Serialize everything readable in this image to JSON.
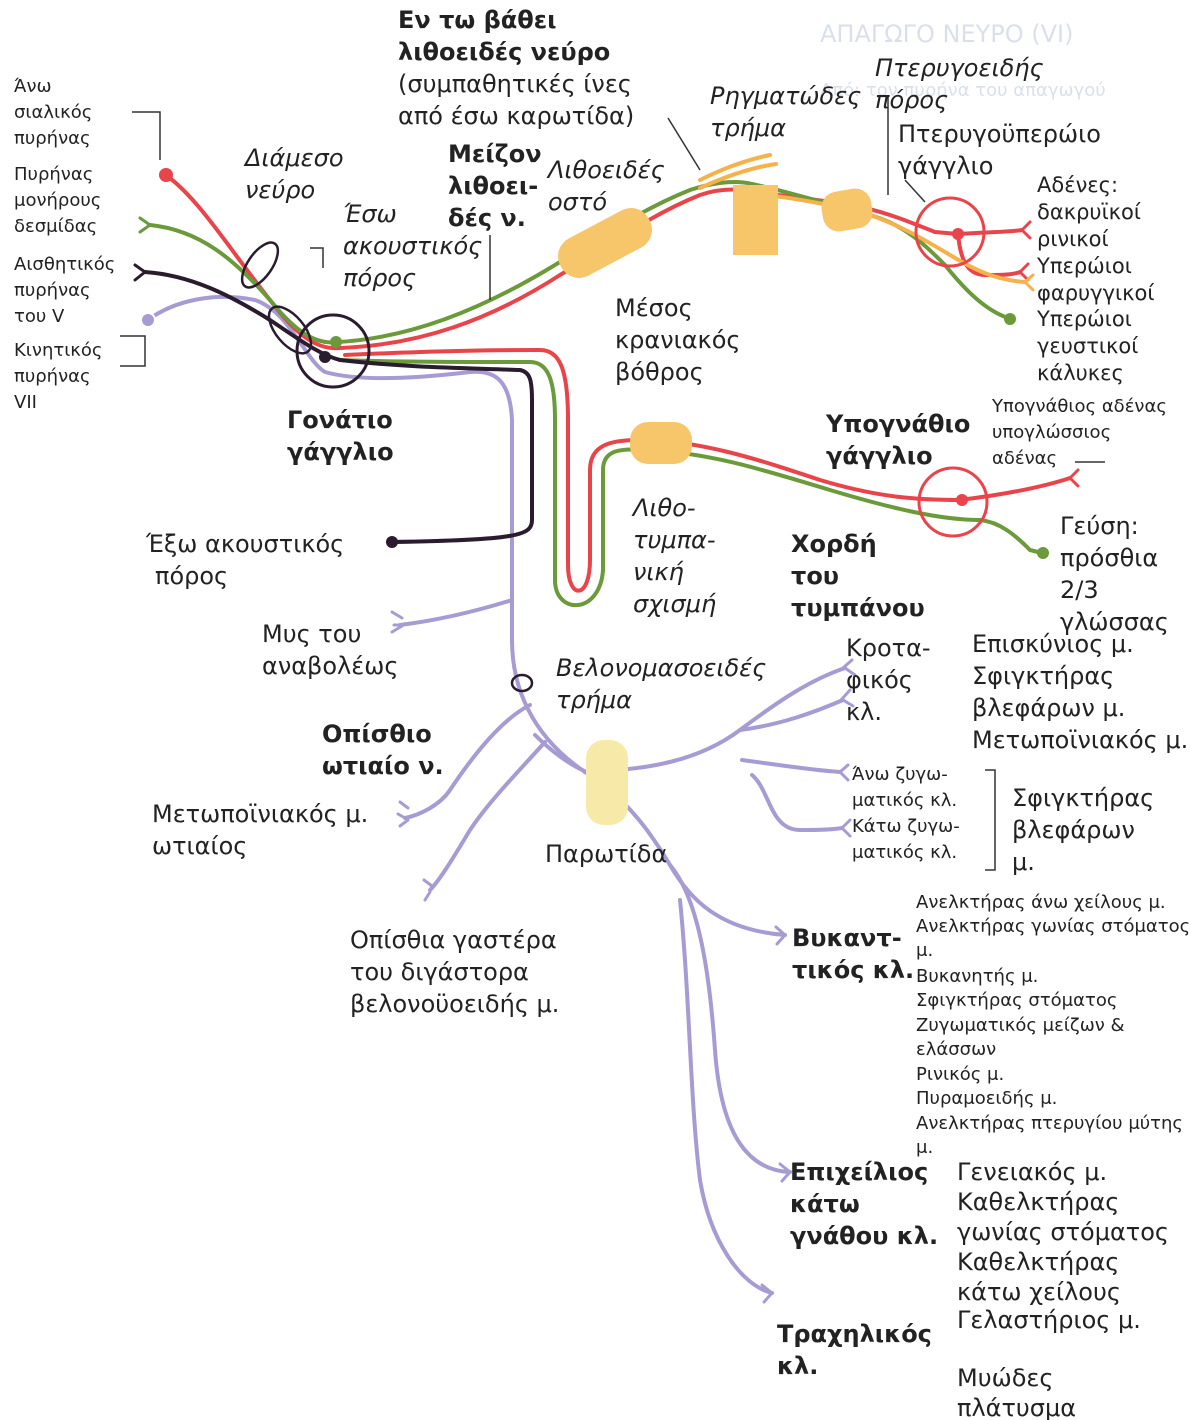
{
  "colors": {
    "motor": "#a79bd3",
    "parasympathetic": "#e8444a",
    "taste": "#6b9a3a",
    "somatic_sensory": "#2a1c2e",
    "sympathetic": "#f5b14a",
    "canal": "#f7c66a",
    "parotid": "#f7e9a8"
  },
  "ghost_text": [
    "ΑΠΑΓΩΓΟ ΝΕΥΡΟ (VI)",
    "Από: τον πυρήνα του απαγωγού"
  ],
  "nuclei": {
    "superior_salivatory": [
      "Άνω",
      "σιαλικός",
      "πυρήνας"
    ],
    "solitary_tract": [
      "Πυρήνας",
      "μονήρους",
      "δεσμίδας"
    ],
    "sensory_v": [
      "Αισθητικός",
      "πυρήνας",
      "του V"
    ],
    "motor_vii": [
      "Κινητικός",
      "πυρήνας",
      "VII"
    ]
  },
  "labels": {
    "intermediate_nerve": [
      "Διάμεσο",
      "νεύρο"
    ],
    "internal_acoustic": [
      "Έσω",
      "ακουστικός",
      "πόρος"
    ],
    "deep_petrosal": [
      "Εν τω βάθει",
      "λιθοειδές νεύρο",
      "(συμπαθητικές ίνες",
      "από έσω καρωτίδα)"
    ],
    "greater_petrosal": [
      "Μείζον",
      "λιθοει-",
      "δές ν."
    ],
    "petrous_bone": [
      "Λιθοειδές",
      "οστό"
    ],
    "foramen_lacerum": [
      "Ρηγματώδες",
      "τρήμα"
    ],
    "pterygoid_canal": [
      "Πτερυγοειδής",
      "πόρος"
    ],
    "pterygopalatine_ganglion": [
      "Πτερυγοϋπερώιο",
      "γάγγλιο"
    ],
    "glands": [
      "Αδένες:",
      "δακρυϊκοί",
      "ρινικοί",
      "Υπερώιοι",
      "φαρυγγικοί"
    ],
    "palatine_taste": [
      "Υπερώιοι",
      "γευστικοί",
      "κάλυκες"
    ],
    "middle_fossa": [
      "Μέσος",
      "κρανιακός",
      "βόθρος"
    ],
    "geniculate": [
      "Γονάτιο",
      "γάγγλιο"
    ],
    "submandibular_ganglion": [
      "Υπογνάθιο",
      "γάγγλιο"
    ],
    "submandibular_glands": [
      "Υπογνάθιος αδένας",
      "υπογλώσσιος",
      "αδένας"
    ],
    "taste_tongue": [
      "Γεύση:",
      "πρόσθια",
      "2/3",
      "γλώσσας"
    ],
    "petrotympanic": [
      "Λιθο-",
      "τυμπα-",
      "νική",
      "σχισμή"
    ],
    "chorda_tympani": [
      "Χορδή",
      "του",
      "τυμπάνου"
    ],
    "external_acoustic": [
      "Έξω ακουστικός",
      "πόρος"
    ],
    "stapedius": [
      "Μυς του",
      "αναβολέως"
    ],
    "stylomastoid": [
      "Βελονομασοειδές",
      "τρήμα"
    ],
    "posterior_auricular": [
      "Οπίσθιο",
      "ωτιαίο ν."
    ],
    "occipitofrontalis_auricular": [
      "Μετωποϊνιακός μ.",
      "ωτιαίος"
    ],
    "parotid": [
      "Παρωτίδα"
    ],
    "digastric": [
      "Οπίσθια γαστέρα",
      "του διγάστορα",
      "βελονοϋοειδής μ."
    ],
    "temporal": [
      "Κροτα-",
      "φικός",
      "κλ."
    ],
    "temporal_muscles": [
      "Επισκύνιος μ.",
      "Σφιγκτήρας",
      "βλεφάρων μ.",
      "Μετωποϊνιακός μ."
    ],
    "zygomatic": [
      "Άνω ζυγω-",
      "ματικός κλ.",
      "Κάτω ζυγω-",
      "ματικός κλ."
    ],
    "orbicularis_oculi": [
      "Σφιγκτήρας",
      "βλεφάρων",
      "μ."
    ],
    "buccal": [
      "Βυκαντ-",
      "τικός κλ."
    ],
    "buccal_muscles": [
      "Ανελκτήρας άνω χείλους μ.",
      "Ανελκτήρας γωνίας στόματος",
      "μ.",
      "Βυκανητής μ.",
      "Σφιγκτήρας στόματος",
      "Ζυγωματικός μείζων &",
      "ελάσσων",
      "Ρινικός μ.",
      "Πυραμοειδής μ.",
      "Ανελκτήρας πτερυγίου μύτης",
      "μ."
    ],
    "marginal_mandibular": [
      "Επιχείλιος",
      "κάτω",
      "γνάθου κλ."
    ],
    "mandibular_muscles": [
      "Γενειακός μ.",
      "Καθελκτήρας",
      "γωνίας στόματος",
      "Καθελκτήρας",
      "κάτω χείλους",
      "Γελαστήριος μ."
    ],
    "cervical": [
      "Τραχηλικός",
      "κλ."
    ],
    "platysma": [
      "Μυώδες",
      "πλάτυσμα"
    ]
  }
}
